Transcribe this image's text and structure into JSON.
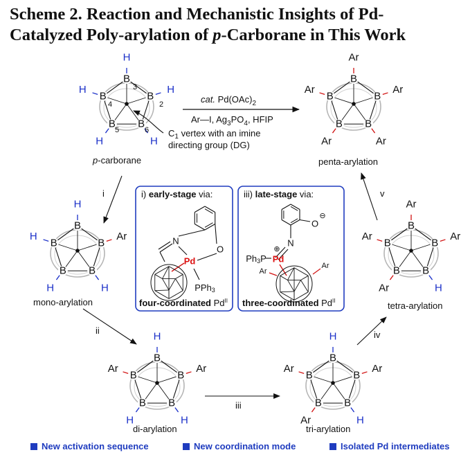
{
  "title": {
    "line1": "Scheme 2. Reaction and Mechanistic Insights of Pd-",
    "line2_a": "Catalyzed Poly-arylation of ",
    "line2_p": "p",
    "line2_b": "-Carborane in This Work"
  },
  "reaction": {
    "cat_italic": "cat.",
    "cat_rest": " Pd(OAc)",
    "cat_sub": "2",
    "reagents_a": "Ar—I, Ag",
    "reagents_sub1": "3",
    "reagents_b": "PO",
    "reagents_sub2": "4",
    "reagents_c": ", HFIP"
  },
  "annotation": {
    "line1_a": "C",
    "line1_sub": "1",
    "line1_b": " vertex with an imine",
    "line2": "directing group (DG)"
  },
  "labels": {
    "p_carborane_italic": "p",
    "p_carborane_rest": "-carborane",
    "penta": "penta-arylation",
    "mono": "mono-arylation",
    "di": "di-arylation",
    "tri": "tri-arylation",
    "tetra": "tetra-arylation"
  },
  "steps": {
    "i": "i",
    "ii": "ii",
    "iii": "iii",
    "iv": "iv",
    "v": "v"
  },
  "atoms": {
    "B": "B",
    "H": "H",
    "Ar": "Ar",
    "N": "N",
    "O": "O",
    "Pd": "Pd"
  },
  "carborane_numbers": {
    "n3": "3",
    "n2": "2",
    "n4": "4",
    "n5": "5",
    "n6": "6"
  },
  "box_early": {
    "prefix": "i) ",
    "bold": "early-stage",
    "suffix": " via:",
    "ligand": "PPh",
    "ligand_sub": "3",
    "caption_bold": "four-coordinated",
    "caption_rest": " Pd",
    "caption_sup": "II"
  },
  "box_late": {
    "prefix": "iii) ",
    "bold": "late-stage",
    "suffix": " via:",
    "ligand": "Ph",
    "ligand_sub": "3",
    "ligand_tail": "P",
    "charge_plus": "⊕",
    "charge_minus": "⊖",
    "caption_bold": "three-coordinated",
    "caption_rest": " Pd",
    "caption_sup": "II"
  },
  "footer": {
    "item1": "New activation sequence",
    "item2": "New coordination mode",
    "item3": "Isolated Pd intermediates"
  },
  "colors": {
    "hydrogen": "#1a2fc8",
    "bond_red": "#d11111",
    "box_blue": "#1f3cbf"
  }
}
